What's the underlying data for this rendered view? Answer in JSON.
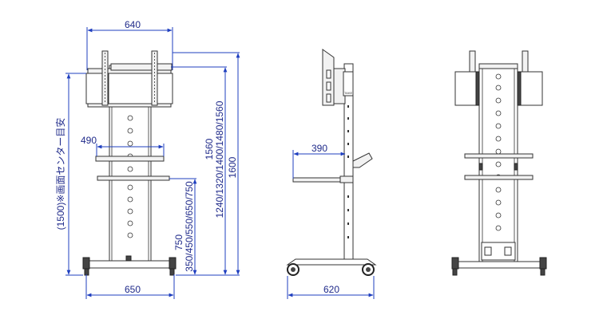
{
  "dimensions": {
    "top_width": "640",
    "base_width_front": "650",
    "shelf_width": "490",
    "shelf_depth": "390",
    "base_width_side": "620",
    "screen_center": "(1500)※画面センター目安",
    "mount_heights": "1240/1320/1400/1480/1560",
    "mount_height_top": "1560",
    "total_height": "1600",
    "shelf_heights": "350/450/550/650/750",
    "shelf_height_top": "750"
  },
  "side_plate_label": "TAKE",
  "colors": {
    "dimension_line": "#1f3fbf",
    "dimension_text": "#1f2a8a",
    "outline": "#333333"
  }
}
